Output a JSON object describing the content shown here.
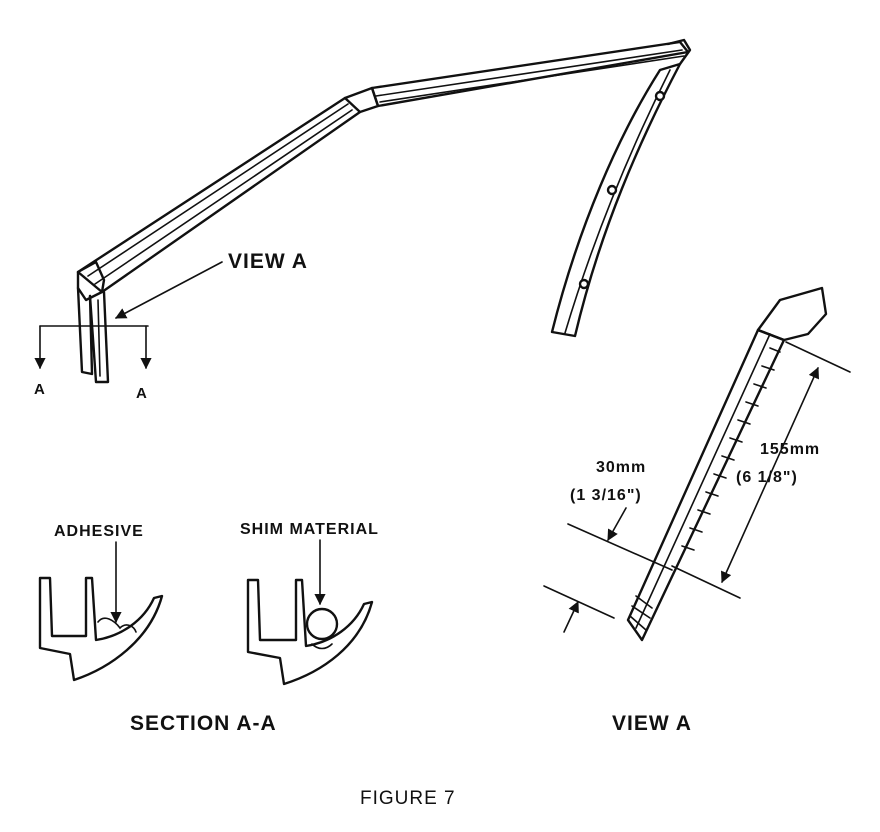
{
  "labels": {
    "view_a_callout": "VIEW A",
    "section_mark_left": "A",
    "section_mark_right": "A",
    "adhesive": "ADHESIVE",
    "shim_material": "SHIM MATERIAL",
    "section_title": "SECTION A-A",
    "view_a_title": "VIEW A",
    "dim_30_metric": "30mm",
    "dim_30_imperial": "(1 3/16\")",
    "dim_155_metric": "155mm",
    "dim_155_imperial": "(6 1/8\")",
    "figure_caption": "FIGURE 7"
  }
}
